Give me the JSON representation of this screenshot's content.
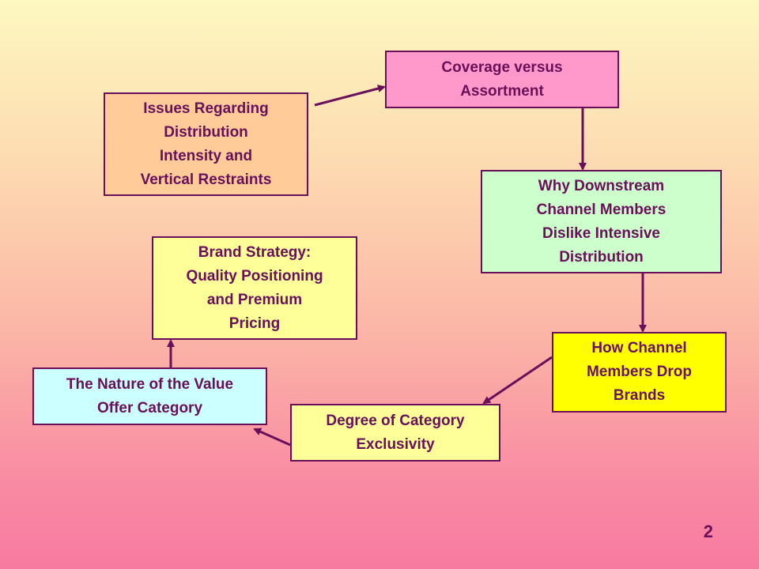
{
  "nodes": {
    "coverage": {
      "text": "Coverage versus\nAssortment",
      "color": "#ff99cc"
    },
    "issues": {
      "text": "Issues Regarding\nDistribution\nIntensity and\nVertical Restraints",
      "color": "#ffcc99"
    },
    "why_downstream": {
      "text": "Why Downstream\nChannel Members\nDislike Intensive\nDistribution",
      "color": "#ccffcc"
    },
    "brand_strategy": {
      "text": "Brand Strategy:\nQuality Positioning\nand Premium\nPricing",
      "color": "#ffff99"
    },
    "how_drop": {
      "text": "How Channel\nMembers Drop\nBrands",
      "color": "#ffff00"
    },
    "nature_value": {
      "text": "The Nature of the Value\nOffer Category",
      "color": "#ccffff"
    },
    "exclusivity": {
      "text": "Degree of Category\nExclusivity",
      "color": "#ffff99"
    }
  },
  "edges": [
    {
      "from": "issues",
      "to": "coverage"
    },
    {
      "from": "coverage",
      "to": "why_downstream"
    },
    {
      "from": "why_downstream",
      "to": "how_drop"
    },
    {
      "from": "how_drop",
      "to": "exclusivity"
    },
    {
      "from": "exclusivity",
      "to": "nature_value"
    },
    {
      "from": "nature_value",
      "to": "brand_strategy"
    }
  ],
  "colors": {
    "border": "#6a0f5a",
    "arrow": "#6a0f5a"
  },
  "page_number": "2"
}
